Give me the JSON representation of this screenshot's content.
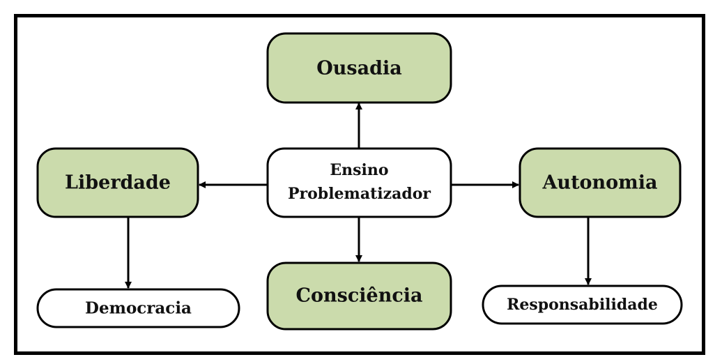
{
  "diagram": {
    "colors": {
      "highlight_fill": "#cbdbac",
      "plain_fill": "#ffffff",
      "stroke": "#000000"
    },
    "center": {
      "line1": "Ensino",
      "line2": "Problematizador"
    },
    "nodes": {
      "ousadia": "Ousadia",
      "liberdade": "Liberdade",
      "autonomia": "Autonomia",
      "consciencia": "Consciência",
      "democracia": "Democracia",
      "responsabilidade": "Responsabilidade"
    },
    "edges": [
      {
        "from": "Ensino Problematizador",
        "to": "Ousadia"
      },
      {
        "from": "Ensino Problematizador",
        "to": "Liberdade"
      },
      {
        "from": "Ensino Problematizador",
        "to": "Autonomia"
      },
      {
        "from": "Ensino Problematizador",
        "to": "Consciência"
      },
      {
        "from": "Liberdade",
        "to": "Democracia"
      },
      {
        "from": "Autonomia",
        "to": "Responsabilidade"
      }
    ]
  }
}
